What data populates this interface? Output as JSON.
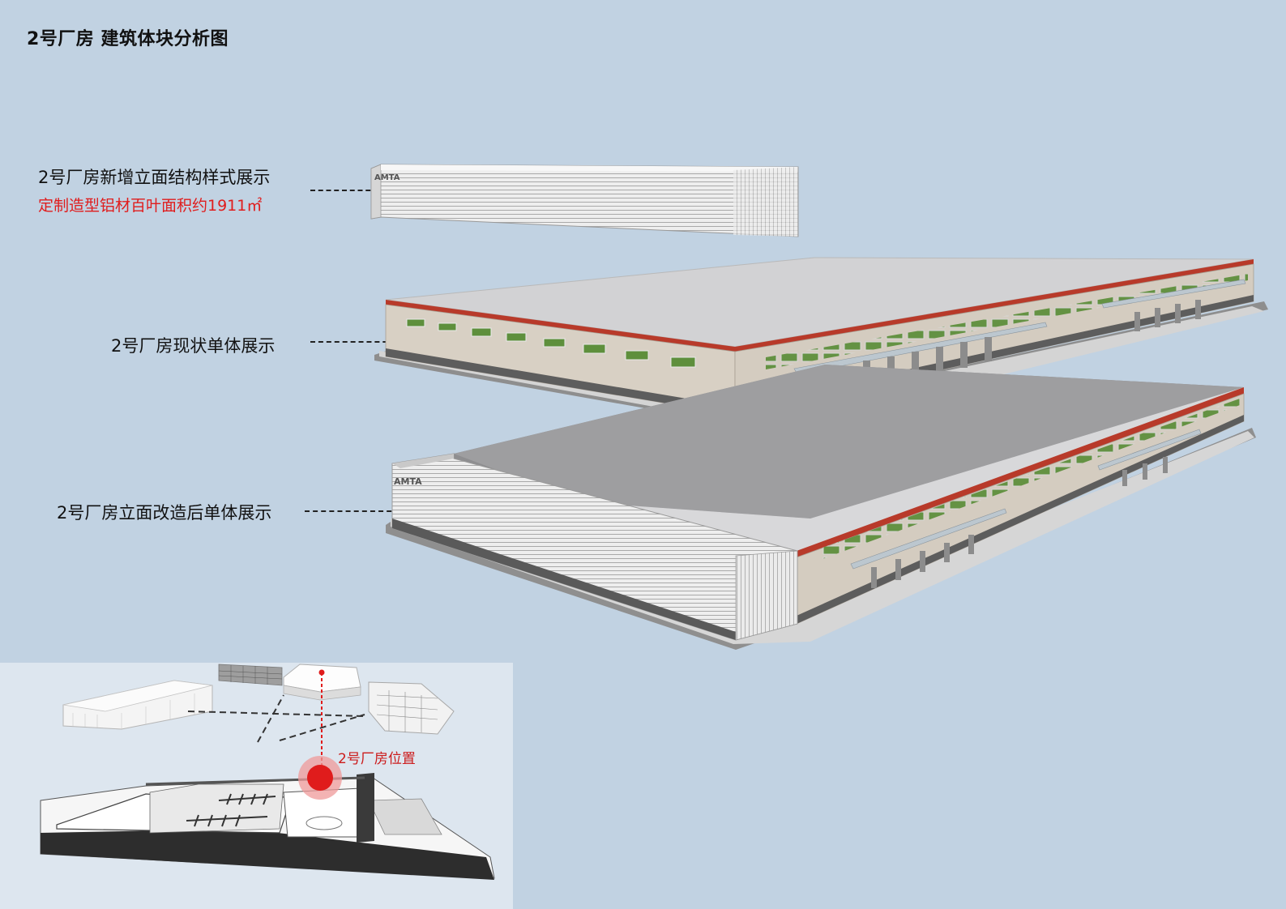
{
  "title": "2号厂房  建筑体块分析图",
  "labels": {
    "facade_structure": "2号厂房新增立面结构样式展示",
    "facade_area": "定制造型铝材百叶面积约1911㎡",
    "current_state": "2号厂房现状单体展示",
    "after_renovation": "2号厂房立面改造后单体展示",
    "location": "2号厂房位置"
  },
  "colors": {
    "background": "#c1d2e2",
    "accent_red": "#e01c1c",
    "roof_stripe": "#b83a2a",
    "window_green": "#5a8c3a",
    "wall": "#d8d0c4"
  },
  "building_logo": "AMTA"
}
